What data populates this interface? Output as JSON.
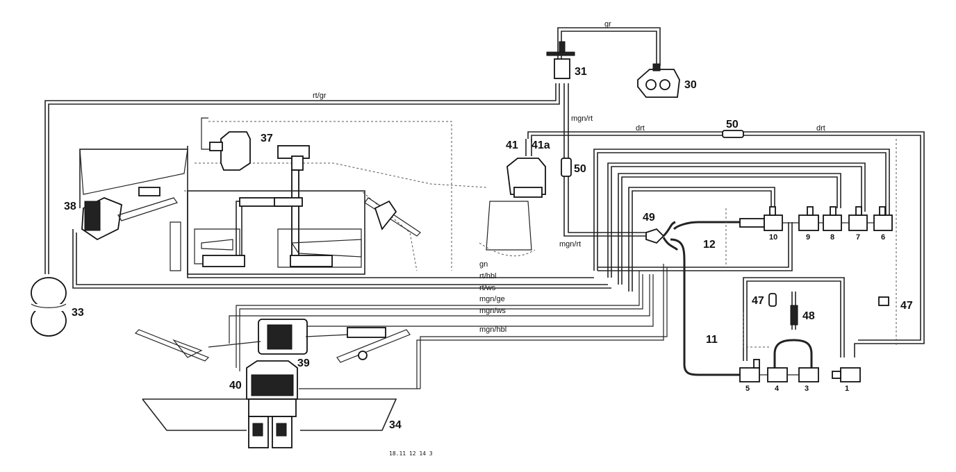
{
  "callouts": {
    "c30": "30",
    "c31": "31",
    "c33": "33",
    "c34": "34",
    "c37": "37",
    "c38": "38",
    "c39": "39",
    "c40": "40",
    "c41": "41",
    "c41a": "41a",
    "c49": "49",
    "c50a": "50",
    "c50b": "50",
    "c12": "12",
    "c11": "11",
    "c47a": "47",
    "c47b": "47",
    "c48": "48"
  },
  "ports": {
    "p10": "10",
    "p9": "9",
    "p8": "8",
    "p7": "7",
    "p6": "6",
    "p5": "5",
    "p4": "4",
    "p3": "3",
    "p1": "1"
  },
  "wire_labels": {
    "gr": "gr",
    "rt_gr": "rt/gr",
    "mgn_rt_v": "mgn/rt",
    "drt_a": "drt",
    "drt_b": "drt",
    "mgn_rt_h": "mgn/rt",
    "gn": "gn",
    "rt_hbl": "rt/hbl",
    "rt_ws": "rt/ws",
    "mgn_ge": "mgn/ge",
    "mgn_ws": "mgn/ws",
    "mgn_hbl": "mgn/hbl"
  },
  "reference": "18.11 12 14 3"
}
